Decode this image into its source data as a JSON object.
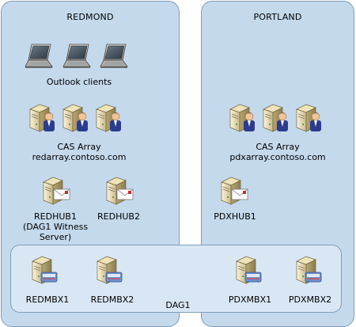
{
  "sites": {
    "redmond": {
      "title": "REDMOND",
      "clients_label": "Outlook clients",
      "cas_label_1": "CAS Array",
      "cas_label_2": "redarray.contoso.com",
      "hub1_l1": "REDHUB1",
      "hub1_l2": "(DAG1 Witness",
      "hub1_l3": "Server)",
      "hub2": "REDHUB2"
    },
    "portland": {
      "title": "PORTLAND",
      "cas_label_1": "CAS Array",
      "cas_label_2": "pdxarray.contoso.com",
      "hub1": "PDXHUB1"
    }
  },
  "dag": {
    "label": "DAG1",
    "servers": [
      "REDMBX1",
      "REDMBX2",
      "PDXMBX1",
      "PDXMBX2"
    ]
  },
  "icons": {
    "laptop": "laptop-icon",
    "cas": "cas-server-user-icon",
    "hub": "hub-server-mail-icon",
    "mbx": "mailbox-server-icon"
  }
}
